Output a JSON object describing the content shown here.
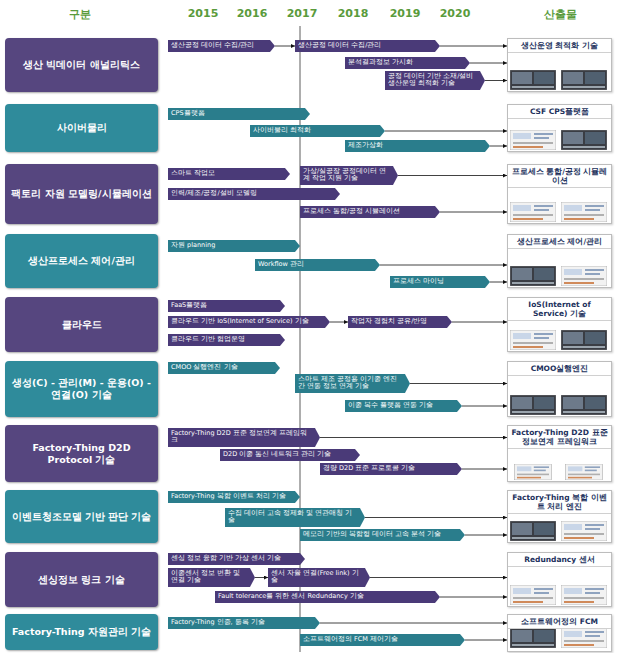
{
  "diagram": {
    "nodes": [
      {
        "text": [
          "생산 빅데이터 애널리틱스"
        ]
      },
      {
        "text": [
          "생산공정 데이터 수집/관리"
        ]
      },
      {
        "text": [
          "생산공정 데이터 수집/관리"
        ]
      },
      {
        "text": [
          "분석결과정보 가시화"
        ]
      },
      {
        "text": [
          "공정 데이터 기반 소재/설비 생산운영 최적화 기술"
        ]
      },
      {
        "text": [
          "생산운영 최적화 기술"
        ]
      },
      {
        "text": [
          "사이버물리"
        ]
      },
      {
        "text": [
          "CPS플랫폼"
        ]
      },
      {
        "text": [
          "사이버물리 최적화"
        ]
      },
      {
        "text": [
          "제조가상화"
        ]
      },
      {
        "text": [
          "CSF CPS플랫폼"
        ]
      },
      {
        "text": [
          "팩토리 자원 모델링/시뮬레이션"
        ]
      },
      {
        "text": [
          "스마트 작업모"
        ]
      },
      {
        "text": [
          "가상/실공장 공정데이터 연계 작업 지원 기술"
        ]
      },
      {
        "text": [
          "인력/제조/공정/설비 모델링"
        ]
      },
      {
        "text": [
          "프로세스 통합/공정 시뮬레이션"
        ]
      },
      {
        "text": [
          "프로세스 통합/공정 시뮬레이션"
        ]
      },
      {
        "text": [
          "생산프로세스 제어/관리"
        ]
      },
      {
        "text": [
          "자원 planning"
        ]
      },
      {
        "text": [
          "Workflow 관리"
        ]
      },
      {
        "text": [
          "프로세스 마이닝"
        ]
      },
      {
        "text": [
          "생산프로세스 제어/관리"
        ]
      },
      {
        "text": [
          "클라우드"
        ]
      },
      {
        "text": [
          "FaaS플랫폼"
        ]
      },
      {
        "text": [
          "클라우드 기반 IoS(Internet of Service) 기술"
        ]
      },
      {
        "text": [
          "클라우드 기반 협업운영"
        ]
      },
      {
        "text": [
          "작업자 경험치 공유/반영"
        ]
      },
      {
        "text": [
          "IoS(Internet of Service) 기술"
        ]
      },
      {
        "text": [
          "생성(C) - 관리(M) - 운용(O) - 연결(O) 기술"
        ]
      },
      {
        "text": [
          "CMOO 실행엔진 기술"
        ]
      },
      {
        "text": [
          "스마트 제조 공정용 이기종 엔진간 연동 정보 연계 기술"
        ]
      },
      {
        "text": [
          "이종 복수 플랫폼 연동 기술"
        ]
      },
      {
        "text": [
          "CMOO실행엔진"
        ]
      },
      {
        "text": [
          "Factory-Thing D2D Protocol 기술"
        ]
      },
      {
        "text": [
          "Factory-Thing D2D 표준 정보연계 프레임워크"
        ]
      },
      {
        "text": [
          "D2D 이종 통신 네트워크 관리 기술"
        ]
      },
      {
        "text": [
          "경량 D2D 표준 프로토콜 기술"
        ]
      },
      {
        "text": [
          "Factory-Thing D2D 표준 정보연계 프레임워크"
        ]
      },
      {
        "text": [
          "이벤트청조모델 기반 판단 기술"
        ]
      },
      {
        "text": [
          "Factory-Thing 복합 이벤트 처리 기술"
        ]
      },
      {
        "text": [
          "수집 데이터 고속 정제화 및 연관매칭 기술"
        ]
      },
      {
        "text": [
          "메모리 기반의 복합형 데이터 고속 분석 기술"
        ]
      },
      {
        "text": [
          "Factory-Thing 복합 이벤트 처리 엔진"
        ]
      },
      {
        "text": [
          "센싱정보 링크 기술"
        ]
      },
      {
        "text": [
          "센싱 정보 융합 기반 가상 센서 기술"
        ]
      },
      {
        "text": [
          "이종센서 정보 변환 및 연결 기술"
        ]
      },
      {
        "text": [
          "센서 자율 연결(Free link) 기술"
        ]
      },
      {
        "text": [
          "Fault tolerance를 위한 센서 Redundancy 기술"
        ]
      },
      {
        "text": [
          "Redundancy 센서"
        ]
      },
      {
        "text": [
          "Factory-Thing 자원관리 기술"
        ]
      },
      {
        "text": [
          "Factory-Thing 인증, 등록 기술"
        ]
      },
      {
        "text": [
          "소프트웨어정의 FCM 제어기술"
        ]
      },
      {
        "text": [
          "소프트웨어정의 FCM"
        ]
      }
    ],
    "edges": [
      {
        "from": 1,
        "to": 2,
        "arrow": "to"
      },
      {
        "from": 2,
        "to": 5,
        "arrow": "to"
      },
      {
        "from": 3,
        "to": 5,
        "arrow": "to"
      },
      {
        "from": 4,
        "to": 5,
        "arrow": "to"
      },
      {
        "from": 8,
        "to": 10,
        "arrow": "to"
      },
      {
        "from": 9,
        "to": 10,
        "arrow": "to"
      },
      {
        "from": 13,
        "to": 16,
        "arrow": "to"
      },
      {
        "from": 15,
        "to": 16,
        "arrow": "to"
      },
      {
        "from": 19,
        "to": 21,
        "arrow": "to"
      },
      {
        "from": 20,
        "to": 21,
        "arrow": "to"
      },
      {
        "from": 24,
        "to": 26,
        "arrow": "to"
      },
      {
        "from": 26,
        "to": 27,
        "arrow": "to"
      },
      {
        "from": 30,
        "to": 32,
        "arrow": "to"
      },
      {
        "from": 31,
        "to": 32,
        "arrow": "to"
      },
      {
        "from": 34,
        "to": 37,
        "arrow": "to"
      },
      {
        "from": 36,
        "to": 37,
        "arrow": "to"
      },
      {
        "from": 40,
        "to": 42,
        "arrow": "to"
      },
      {
        "from": 41,
        "to": 42,
        "arrow": "to"
      },
      {
        "from": 45,
        "to": 46,
        "arrow": "to"
      },
      {
        "from": 46,
        "to": 48,
        "arrow": "to"
      },
      {
        "from": 47,
        "to": 48,
        "arrow": "to"
      },
      {
        "from": 50,
        "to": 52,
        "arrow": "to"
      },
      {
        "from": 51,
        "to": 52,
        "arrow": "to"
      }
    ],
    "labels": [
      "구분",
      "2015",
      "2016",
      "2017",
      "2018",
      "2019",
      "2020",
      "산출물"
    ]
  }
}
